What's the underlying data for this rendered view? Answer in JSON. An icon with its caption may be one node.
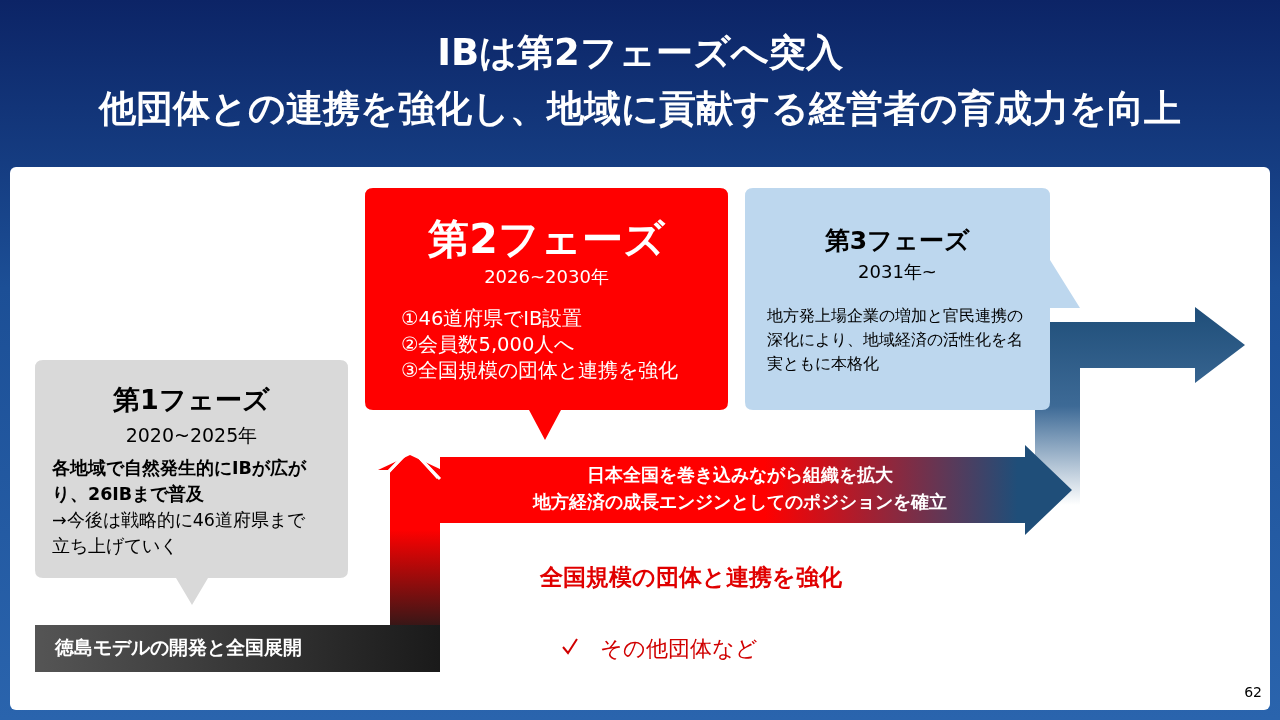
{
  "diagram": {
    "title": "IBは第2フェーズへ突入",
    "nodes": [
      {
        "text": [
          "第1フェーズ",
          "2020~2025年",
          "各地域で自然発生的にIBが広がり、26IBまで普及",
          "→今後は戦略的に46道府県まで立ち上げていく"
        ]
      },
      {
        "text": [
          "第2フェーズ",
          "2026~2030年",
          "①46道府県でIB設置",
          "②会員数5,000人へ",
          "③全国規模の団体と連携を強化"
        ]
      },
      {
        "text": [
          "第3フェーズ",
          "2031年~",
          "地方発上場企業の増加と官民連携の深化により、地域経済の活性化を名実ともに本格化"
        ]
      },
      {
        "text": [
          "徳島モデルの開発と全国展開"
        ]
      },
      {
        "text": [
          "日本全国を巻き込みながら組織を拡大",
          "地方経済の成長エンジンとしてのポジションを確立"
        ]
      }
    ],
    "labels": [
      "他団体との連携を強化し、地域に貢献する経営者の育成力を向上",
      "全国規模の団体と連携を強化",
      "その他団体など",
      "62"
    ]
  }
}
